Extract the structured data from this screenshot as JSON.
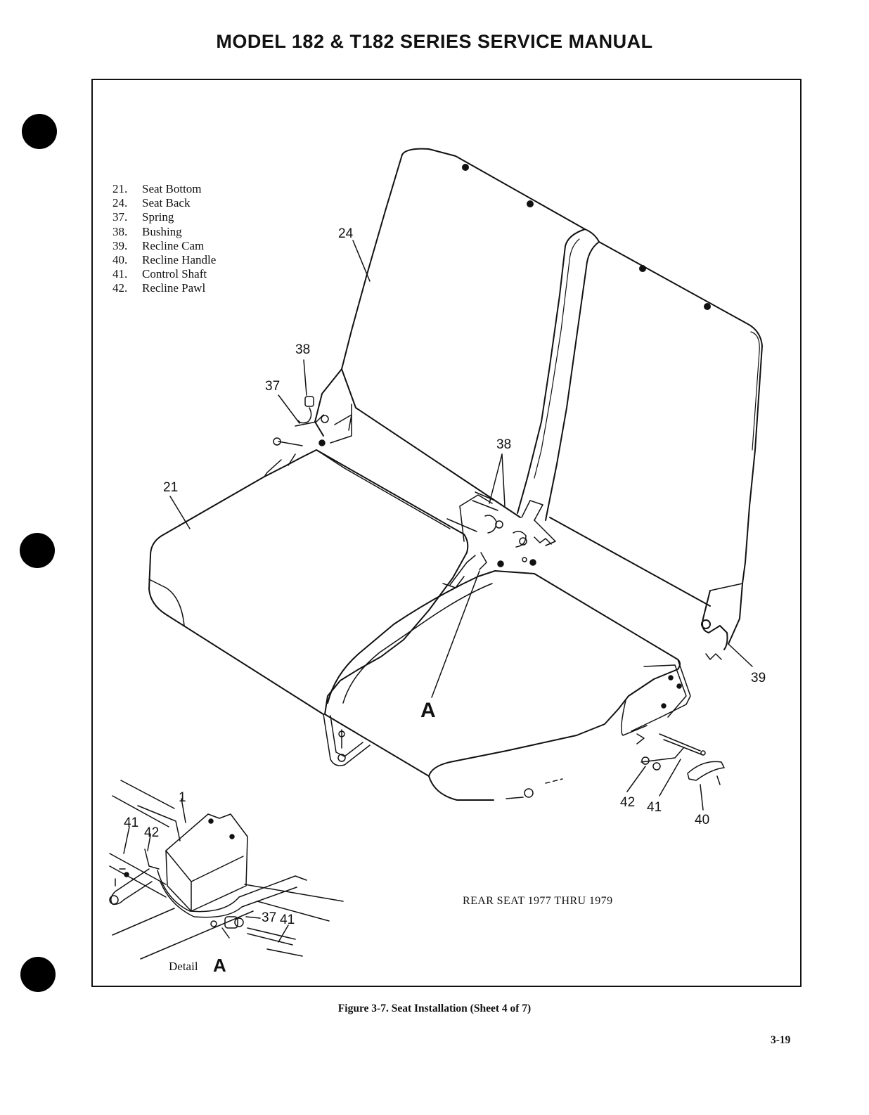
{
  "header": {
    "title": "MODEL 182 & T182 SERIES SERVICE MANUAL"
  },
  "legend": [
    {
      "num": "21.",
      "label": "Seat Bottom"
    },
    {
      "num": "24.",
      "label": "Seat Back"
    },
    {
      "num": "37.",
      "label": "Spring"
    },
    {
      "num": "38.",
      "label": "Bushing"
    },
    {
      "num": "39.",
      "label": "Recline Cam"
    },
    {
      "num": "40.",
      "label": "Recline Handle"
    },
    {
      "num": "41.",
      "label": "Control Shaft"
    },
    {
      "num": "42.",
      "label": "Recline Pawl"
    }
  ],
  "callouts": {
    "c24": "24",
    "c38a": "38",
    "c37": "37",
    "c21": "21",
    "c38b": "38",
    "c39": "39",
    "cA": "A",
    "c42": "42",
    "c41": "41",
    "c40": "40",
    "d1": "1",
    "d41": "41",
    "d42": "42",
    "d37": "37",
    "d41b": "41"
  },
  "drawing_label": "REAR SEAT 1977 THRU 1979",
  "detail": {
    "label": "Detail",
    "letter": "A"
  },
  "caption": "Figure 3-7. Seat Installation (Sheet 4 of 7)",
  "page_number": "3-19"
}
